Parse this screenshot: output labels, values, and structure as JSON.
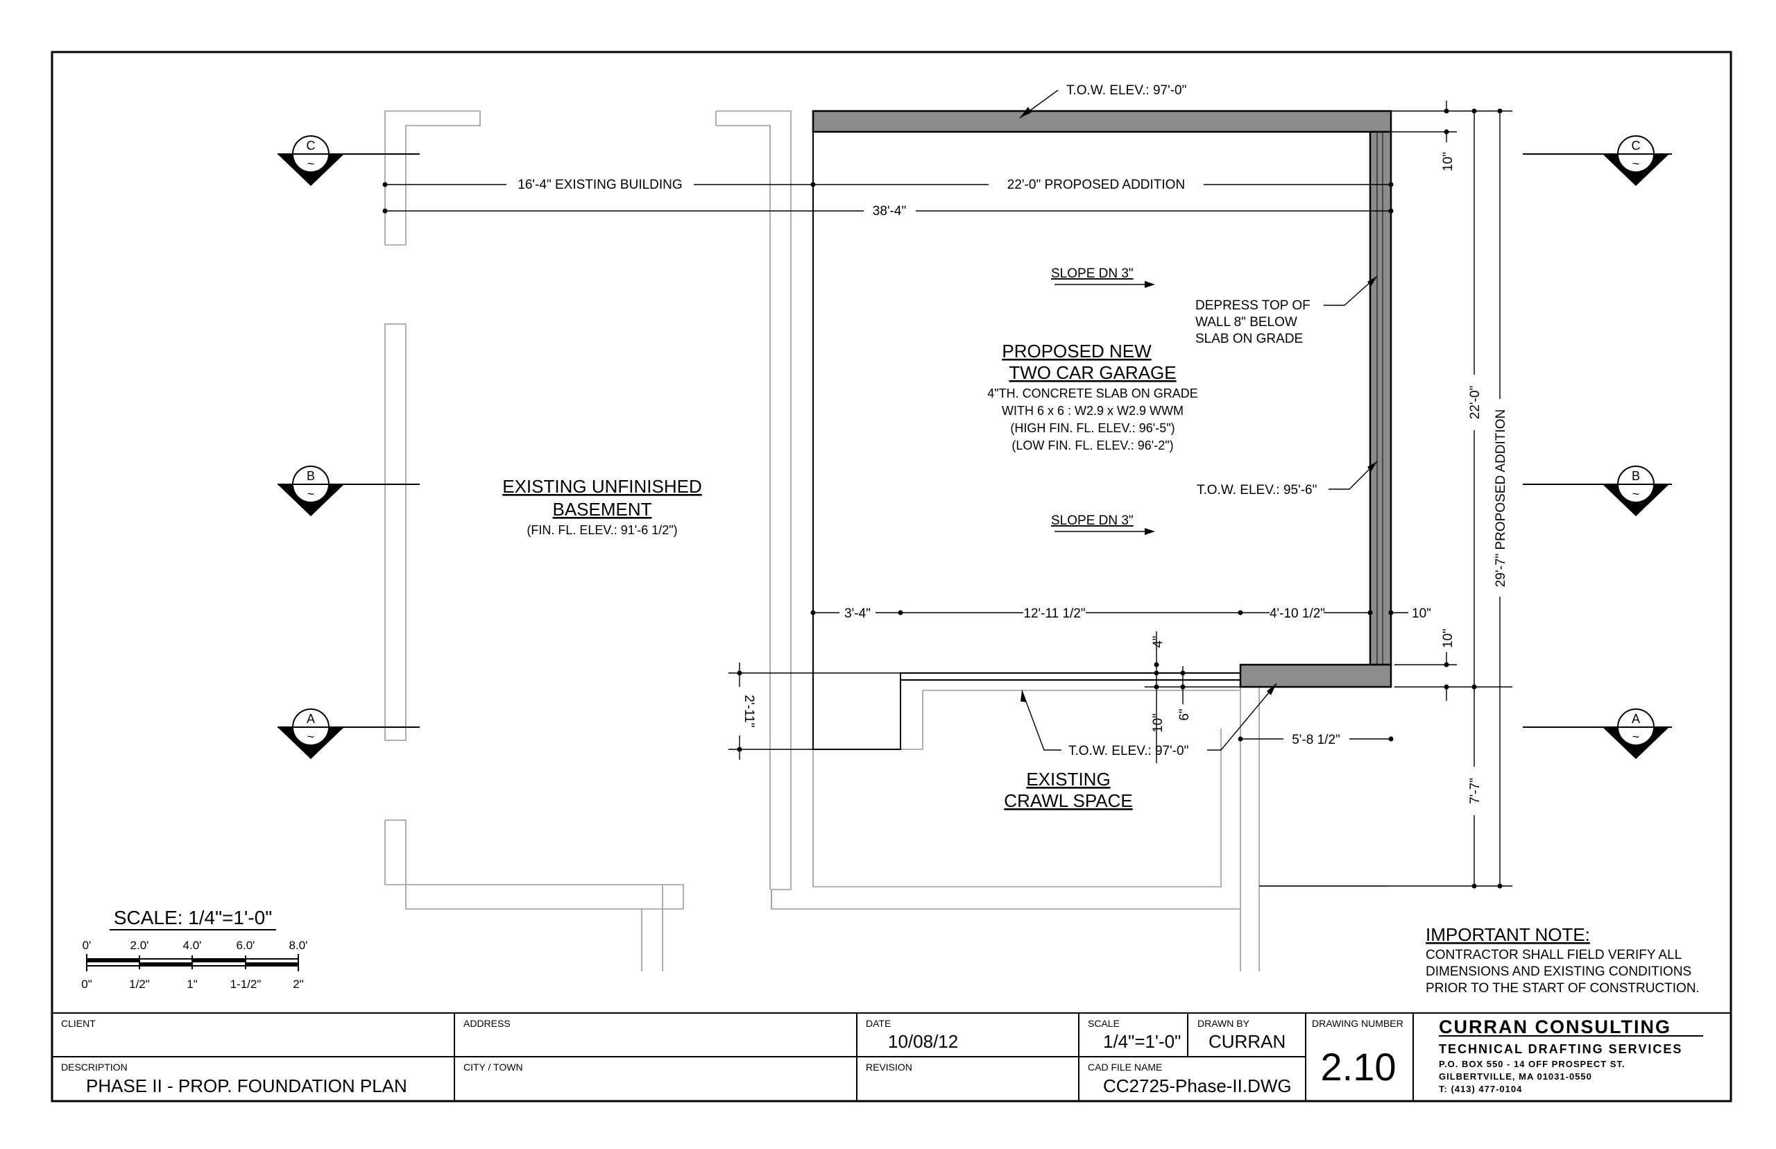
{
  "notes": {
    "tow_top": "T.O.W. ELEV.: 97'-0\"",
    "tow_right": "T.O.W. ELEV.: 95'-6\"",
    "tow_bottom": "T.O.W. ELEV.: 97'-0\"",
    "depress_1": "DEPRESS TOP OF",
    "depress_2": "WALL 8\" BELOW",
    "depress_3": "SLAB ON GRADE",
    "slope_1": "SLOPE DN 3\"",
    "slope_2": "SLOPE DN 3\""
  },
  "rooms": {
    "garage_title_1": "PROPOSED NEW",
    "garage_title_2": "TWO CAR GARAGE",
    "garage_note_1": "4\"TH. CONCRETE SLAB ON GRADE",
    "garage_note_2": "WITH 6 x 6 : W2.9 x W2.9 WWM",
    "garage_note_3": "(HIGH FIN. FL. ELEV.: 96'-5\")",
    "garage_note_4": "(LOW FIN. FL. ELEV.: 96'-2\")",
    "basement_1": "EXISTING UNFINISHED",
    "basement_2": "BASEMENT",
    "basement_3": "(FIN. FL. ELEV.: 91'-6 1/2\")",
    "crawl_1": "EXISTING",
    "crawl_2": "CRAWL SPACE"
  },
  "dimensions": {
    "existing_building": "16'-4\" EXISTING BUILDING",
    "proposed_addition": "22'-0\" PROPOSED ADDITION",
    "overall": "38'-4\"",
    "seg_1": "3'-4\"",
    "seg_2": "12'-11 1/2\"",
    "seg_3": "4'-10 1/2\"",
    "seg_4": "10\"",
    "right_top": "10\"",
    "right_mid": "22'-0\"",
    "right_overall": "29'-7\" PROPOSED ADDITION",
    "right_bottom_a": "10\"",
    "right_bottom_b": "7'-7\"",
    "left_step": "2'-11\"",
    "small_4": "4\"",
    "small_10": "10\"",
    "small_6": "6\"",
    "bottom_wall": "5'-8 1/2\""
  },
  "sections": {
    "c_left": "C",
    "c_right": "C",
    "b_left": "B",
    "b_right": "B",
    "a_left": "A",
    "a_right": "A",
    "tilde": "~"
  },
  "scale": {
    "title": "SCALE: 1/4\"=1'-0\"",
    "top_0": "0'",
    "top_1": "2.0'",
    "top_2": "4.0'",
    "top_3": "6.0'",
    "top_4": "8.0'",
    "bot_0": "0\"",
    "bot_1": "1/2\"",
    "bot_2": "1\"",
    "bot_3": "1-1/2\"",
    "bot_4": "2\""
  },
  "important_note": {
    "title": "IMPORTANT NOTE:",
    "line_1": "CONTRACTOR SHALL FIELD VERIFY ALL",
    "line_2": "DIMENSIONS AND EXISTING CONDITIONS",
    "line_3": "PRIOR TO THE START OF CONSTRUCTION."
  },
  "title_block": {
    "client_label": "CLIENT",
    "address_label": "ADDRESS",
    "date_label": "DATE",
    "date_value": "10/08/12",
    "scale_label": "SCALE",
    "scale_value": "1/4\"=1'-0\"",
    "drawn_label": "DRAWN BY",
    "drawn_value": "CURRAN",
    "drawing_number_label": "DRAWING NUMBER",
    "drawing_number": "2.10",
    "description_label": "DESCRIPTION",
    "description_value": "PHASE II - PROP. FOUNDATION PLAN",
    "city_label": "CITY / TOWN",
    "revision_label": "REVISION",
    "cad_label": "CAD FILE NAME",
    "cad_value": "CC2725-Phase-II.DWG",
    "company": "CURRAN CONSULTING",
    "company_sub": "TECHNICAL DRAFTING SERVICES",
    "company_addr_1": "P.O. BOX 550 - 14 OFF PROSPECT ST.",
    "company_addr_2": "GILBERTVILLE, MA 01031-0550",
    "company_phone": "T: (413) 477-0104"
  },
  "colors": {
    "wall_fill": "#8c8c8c",
    "existing_wall": "#9a9a9a",
    "line": "#000000"
  }
}
